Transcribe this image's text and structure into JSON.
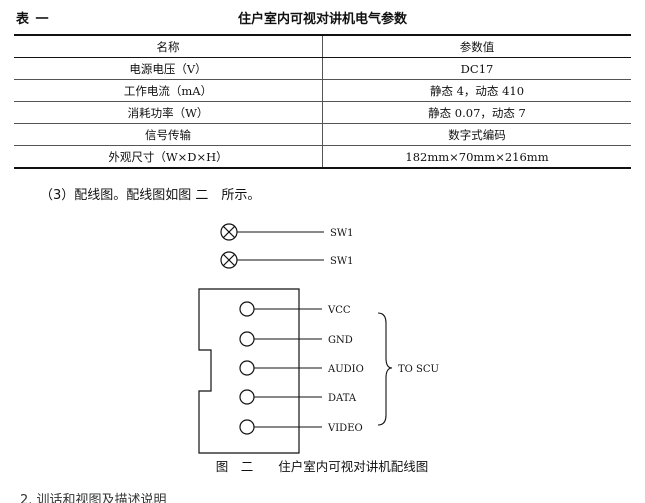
{
  "table": {
    "label": "表 一",
    "title": "住户室内可视对讲机电气参数",
    "headers": [
      "名称",
      "参数值"
    ],
    "rows": [
      [
        "电源电压（V）",
        "DC17"
      ],
      [
        "工作电流（mA）",
        "静态 4，动态 410"
      ],
      [
        "消耗功率（W）",
        "静态 0.07，动态 7"
      ],
      [
        "信号传输",
        "数字式编码"
      ],
      [
        "外观尺寸（W×D×H）",
        "182mm×70mm×216mm"
      ]
    ]
  },
  "section": {
    "text": "（3）配线图。配线图如图 二　所示。"
  },
  "diagram": {
    "switches": [
      "SW1",
      "SW1"
    ],
    "terminals": [
      "VCC",
      "GND",
      "AUDIO",
      "DATA",
      "VIDEO"
    ],
    "group_label": "TO SCU",
    "caption": "图　二　　住户室内可视对讲机配线图"
  },
  "footer": {
    "cut_text": "2. 训话和视图及描述说明"
  }
}
